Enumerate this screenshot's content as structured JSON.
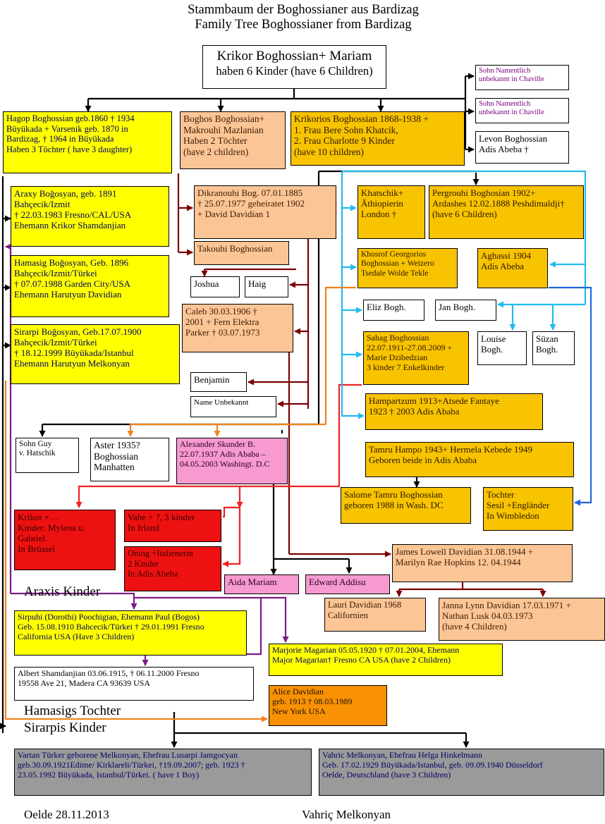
{
  "title": {
    "line1": "Stammbaum der Boghossianer aus Bardizag",
    "line2": "Family Tree Boghossianer from Bardizag"
  },
  "root": {
    "lines": [
      "Krikor Boghossian+ Mariam",
      "haben 6 Kinder (have 6 Children)"
    ]
  },
  "boxes": {
    "sohn1": [
      "Sohn Namentlich",
      "unbekannt in Chaville"
    ],
    "sohn2": [
      "Sohn Namentlich",
      "unbekannt in Chaville"
    ],
    "levon": [
      "Levon Boghossian",
      "Adis Abeba  †"
    ],
    "hagop": [
      "Hagop Boghossian geb.1860 † 1934",
      "Büyükada + Varsenik geb. 1870 in",
      "Bardizag, † 1964 in Büyükada",
      "Haben 3 Töchter ( have 3 daughter)"
    ],
    "boghos": [
      "Boghos Boghossian+",
      "Makrouhi Mazlanian",
      "Haben 2 Töchter",
      "(have 2 children)"
    ],
    "krikorios": [
      "Krikorios Boghossian 1868-1938 +",
      "1. Frau Bere Sohn Khatcik,",
      "2. Frau Charlotte 9 Kinder",
      "(have 10 children)"
    ],
    "araxy": [
      "Araxy Boğosyan, geb. 1891",
      "Bahçecik/Izmit",
      "† 22.03.1983 Fresno/CAL/USA",
      "Ehemann Krikor Shamdanjian"
    ],
    "hamasig": [
      "Hamasig Boğosyan, Geb. 1896",
      "Bahçecik/Izmit/Türkei",
      "† 07.07.1988 Garden City/USA",
      "Ehemann Harutyun Davidian"
    ],
    "sirarpi": [
      "Sirarpi Boğosyan, Geb.17.07.1900",
      "Bahçecik/Izmit/Türkei",
      "† 18.12.1999 Büyükada/Istanbul",
      "Ehemann Harutyun Melkonyan"
    ],
    "dikranouhi": [
      "Dikranouhi Bog. 07.01.1885",
      "† 25.07.1977 geheiratet 1902",
      "+ David Davidian 1"
    ],
    "takouhi": [
      "Takouhi Boghossian"
    ],
    "joshua": [
      "Joshua"
    ],
    "haig": [
      "Haig"
    ],
    "caleb": [
      "Caleb 30.03.1906 †",
      "2001 + Fern Elektra",
      "Parker † 03.07.1973"
    ],
    "benjamin": [
      "Benjamin"
    ],
    "nameunbek": [
      "Name Unbekannt"
    ],
    "khatschik": [
      "Khatschik+",
      "Äthiopierin",
      "London †"
    ],
    "pergrouhi": [
      "Pergrouhi   Boghosian 1902+",
      "Ardashes 12.02.1888 Peshdimaldji†",
      "(have 6 Children)"
    ],
    "khosrof": [
      "Khosrof Georgorios",
      "Boghossian + Weizero",
      "Tsedale Wolde Tekle"
    ],
    "aghassi": [
      "Aghassi 1904",
      "Adis Abeba"
    ],
    "eliz": [
      "Eliz Bogh."
    ],
    "jan": [
      "Jan Bogh."
    ],
    "louise": [
      "Louise",
      "Bogh."
    ],
    "suzan": [
      "Süzan",
      "Bogh."
    ],
    "sahag": [
      "Sahag Boghossian",
      "22.07.1911-27.08.2009 +",
      "Marie Dzibedzian",
      "3 kinder 7 Enkelkinder"
    ],
    "hampartzum": [
      "Hampartzum 1913+Atsede Fantaye",
      "1923 † 2003             Adis Ababa"
    ],
    "tamru": [
      "Tamru Hampo 1943+ Hermela Kebede 1949",
      "Geboren beide in Adis Ababa"
    ],
    "salome": [
      "Salome Tamru Boghossian",
      "geboren 1988 in Wash. DC"
    ],
    "tochter": [
      "Tochter",
      "Sesil +Engländer",
      "In Wimbledon"
    ],
    "sohnguy": [
      "Sohn Guy",
      "v. Hatschik"
    ],
    "aster": [
      "Aster  1935?",
      "Boghossian",
      "Manhatten"
    ],
    "alexander": [
      "Alexander Skunder B.",
      "22.07.1937 Adis Ababa –",
      "04.05.2003 Washingt. D.C"
    ],
    "krikorplus": [
      "Krikor +…",
      "Kinder: Mylena u.",
      "Gabriel",
      "In Brüssel"
    ],
    "vahe": [
      "Vahe + ?,  3 kinder",
      "In Irland"
    ],
    "oning": [
      "Oning +Italienerin",
      "2 Kinder",
      "In Adis Abeba"
    ],
    "aida": [
      "Aida Mariam"
    ],
    "edward": [
      "Edward Addisu"
    ],
    "james": [
      "James Lowell Davidian 31.08.1944 +",
      "Marilyn Rae Hopkins 12. 04.1944"
    ],
    "lauri": [
      "Lauri Davidian 1968",
      "Californien"
    ],
    "janna": [
      "Janna Lynn Davidian 17.03.1971 +",
      "Nathan Lusk 04.03.1973",
      "(have 4 Children)"
    ],
    "sirpuhi": [
      "Sirpuhi (Dorothi) Poochigian, Ehemann Paul (Bogos)",
      "Geb. 15.08.1910 Bahcecik/Türkei † 29.01.1991 Fresno",
      "California USA (Have 3 Children)"
    ],
    "marjorie": [
      "Marjorie Magarian 05.05.1920 † 07.01.2004, Ehemann",
      "Major Magarian† Fresno CA  USA (have 2 Children)"
    ],
    "albert": [
      "Albert Shamdanjian 03.06.1915, † 06.11.2000 Fresno",
      "19558 Ave 21,  Madera CA 93639 USA"
    ],
    "alice": [
      "Alice Davidian",
      "geb. 1913 † 08.03.1989",
      "New York USA"
    ],
    "vartan": [
      "Vartan Türker geborene Melkonyan, Ehefrau Lusarpi Jamgocyan",
      "geb.30.09.1921Edime/ Kirklareli/Türkei, †19.09.2007;     geb. 1923 †",
      "23.05.1992 Büyükada,  Istanbul/Türkei. ( have 1 Boy)"
    ],
    "vahric": [
      "Vahric Melkonyan, Ehefrau Helga Hinkelmann",
      "Geb. 17.02.1929 Büyükada/Istanbul, geb. 09.09.1940 Düsseldorf",
      "Oelde, Deutschland (have 3 Children)"
    ]
  },
  "labels": {
    "araxis_kinder": "Araxis Kinder",
    "hamasigs_tochter": "Hamasigs Tochter",
    "sirarpis_kinder": "Sirarpis Kinder",
    "footer_place_date": "Oelde 28.11.2013",
    "footer_author": "Vahriç Melkonyan"
  },
  "colors": {
    "yellow": "#ffff00",
    "peach": "#fbc596",
    "gold": "#f8c300",
    "red": "#ee1111",
    "pink": "#f69ad0",
    "orange": "#f99104",
    "gray": "#9a9a9a",
    "line_black": "#000000",
    "line_darkred": "#7b0000",
    "line_red": "#ee2222",
    "line_cyan": "#22bbee",
    "line_blue": "#2266dd",
    "line_orange": "#f0821e",
    "line_purple": "#7d1a86"
  }
}
